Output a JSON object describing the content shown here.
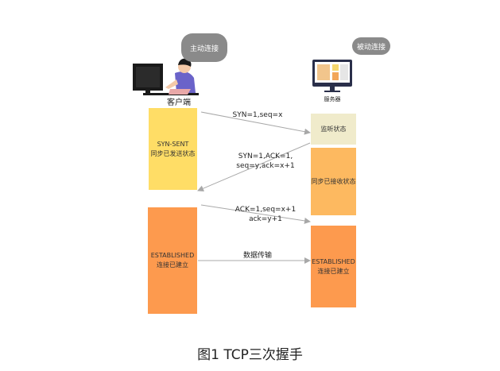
{
  "client": {
    "bubble": "主动连接",
    "label": "客户端",
    "state1_line1": "SYN-SENT",
    "state1_line2": "同步已发送状态",
    "state2_line1": "ESTABLISHED",
    "state2_line2": "连接已建立"
  },
  "server": {
    "bubble": "被动连接",
    "label": "服务器",
    "state1": "监听状态",
    "state2": "同步已接收状态",
    "state3_line1": "ESTABLISHED",
    "state3_line2": "连接已建立"
  },
  "messages": {
    "msg1": "SYN=1,seq=x",
    "msg2_line1": "SYN=1,ACK=1,",
    "msg2_line2": "seq=y,ack=x+1",
    "msg3_line1": "ACK=1,seq=x+1",
    "msg3_line2": "ack=y+1",
    "msg4": "数据传输"
  },
  "caption": "图1  TCP三次握手",
  "colors": {
    "syn_sent": "#ffdd66",
    "listen": "#f0ebcb",
    "syn_rcvd": "#fdb960",
    "established": "#fd9a4e",
    "bubble": "#8a8a8a",
    "arrow": "#a8a8a8"
  }
}
